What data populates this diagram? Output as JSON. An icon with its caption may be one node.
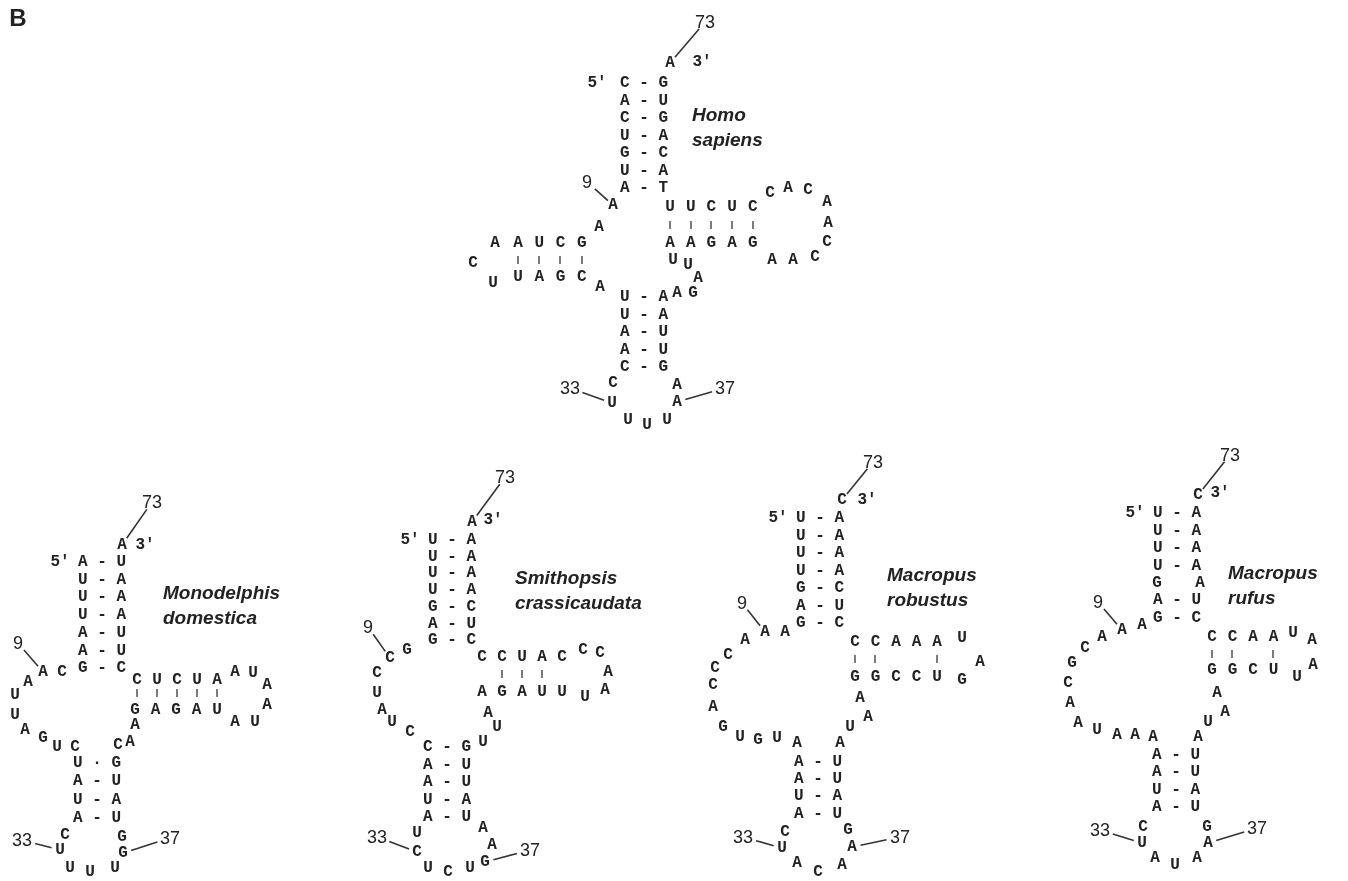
{
  "diagram": {
    "nodes": [
      {
        "text": [
          "73"
        ]
      },
      {
        "text": [
          "9"
        ]
      },
      {
        "text": [
          "33"
        ]
      },
      {
        "text": [
          "37"
        ]
      },
      {
        "text": [
          "73"
        ]
      },
      {
        "text": [
          "9"
        ]
      },
      {
        "text": [
          "33"
        ]
      },
      {
        "text": [
          "37"
        ]
      },
      {
        "text": [
          "73"
        ]
      },
      {
        "text": [
          "9"
        ]
      },
      {
        "text": [
          "33"
        ]
      },
      {
        "text": [
          "37"
        ]
      },
      {
        "text": [
          "73"
        ]
      },
      {
        "text": [
          "9"
        ]
      },
      {
        "text": [
          "33"
        ]
      },
      {
        "text": [
          "37"
        ]
      },
      {
        "text": [
          "73"
        ]
      },
      {
        "text": [
          "9"
        ]
      },
      {
        "text": [
          "33"
        ]
      },
      {
        "text": [
          "37"
        ]
      },
      {
        "text": [
          "A"
        ]
      },
      {
        "text": [
          "A"
        ]
      },
      {
        "text": [
          "U"
        ]
      },
      {
        "text": [
          "A"
        ]
      },
      {
        "text": [
          "A"
        ]
      },
      {
        "text": [
          "A"
        ]
      },
      {
        "text": [
          "U"
        ]
      },
      {
        "text": [
          "G"
        ]
      },
      {
        "text": [
          "A"
        ]
      },
      {
        "text": [
          "C"
        ]
      },
      {
        "text": [
          "C"
        ]
      },
      {
        "text": [
          "G"
        ]
      },
      {
        "text": [
          "C"
        ]
      },
      {
        "text": [
          "A"
        ]
      },
      {
        "text": [
          "U"
        ]
      },
      {
        "text": [
          "A"
        ]
      },
      {
        "text": [
          "C"
        ]
      },
      {
        "text": [
          "A"
        ]
      },
      {
        "text": [
          "U"
        ]
      },
      {
        "text": [
          "A"
        ]
      }
    ],
    "edges": [
      {
        "from": 0,
        "to": 20,
        "arrow": "none"
      },
      {
        "from": 1,
        "to": 21,
        "arrow": "none"
      },
      {
        "from": 2,
        "to": 22,
        "arrow": "none"
      },
      {
        "from": 3,
        "to": 23,
        "arrow": "none"
      },
      {
        "from": 4,
        "to": 24,
        "arrow": "none"
      },
      {
        "from": 5,
        "to": 25,
        "arrow": "none"
      },
      {
        "from": 6,
        "to": 26,
        "arrow": "none"
      },
      {
        "from": 7,
        "to": 27,
        "arrow": "none"
      },
      {
        "from": 8,
        "to": 28,
        "arrow": "none"
      },
      {
        "from": 9,
        "to": 29,
        "arrow": "none"
      },
      {
        "from": 10,
        "to": 30,
        "arrow": "none"
      },
      {
        "from": 11,
        "to": 31,
        "arrow": "none"
      },
      {
        "from": 12,
        "to": 32,
        "arrow": "none"
      },
      {
        "from": 13,
        "to": 33,
        "arrow": "none"
      },
      {
        "from": 14,
        "to": 34,
        "arrow": "none"
      },
      {
        "from": 15,
        "to": 35,
        "arrow": "none"
      },
      {
        "from": 16,
        "to": 36,
        "arrow": "none"
      },
      {
        "from": 17,
        "to": 37,
        "arrow": "none"
      },
      {
        "from": 18,
        "to": 38,
        "arrow": "none"
      },
      {
        "from": 19,
        "to": 39,
        "arrow": "none"
      }
    ],
    "labels": [
      "B",
      "3'",
      "5'",
      "C - G",
      "A - U",
      "C - G",
      "U - A",
      "G - C",
      "U - A",
      "A - T",
      "Homo sapiens",
      "A",
      "A",
      "A",
      "U",
      "C",
      "G",
      "C",
      "U",
      "U",
      "A",
      "G",
      "C",
      "A",
      "U - A",
      "U - A",
      "A - U",
      "A - U",
      "C - G",
      "C",
      "U",
      "U",
      "U",
      "A",
      "A",
      "G",
      "A",
      "U",
      "U",
      "A",
      "A",
      "G",
      "A",
      "G",
      "U",
      "U",
      "C",
      "U",
      "C",
      "C",
      "A",
      "C",
      "A",
      "A",
      "C",
      "A",
      "A",
      "C",
      "3'",
      "5'",
      "A - U",
      "U - A",
      "U - A",
      "U - A",
      "A - U",
      "A - U",
      "G - C",
      "Monodelphis domestica",
      "C",
      "A",
      "U",
      "U",
      "A",
      "G",
      "U",
      "C",
      "U · G",
      "A - U",
      "U - A",
      "A - U",
      "C",
      "U",
      "U",
      "U",
      "G",
      "C",
      "U",
      "C",
      "U",
      "A",
      "A",
      "U",
      "A",
      "A",
      "A",
      "U",
      "G",
      "A",
      "G",
      "A",
      "U",
      "A",
      "C",
      "A",
      "3'",
      "5'",
      "U - A",
      "U - A",
      "U - A",
      "U - A",
      "G - C",
      "A - U",
      "G - C",
      "Smithopsis crassicaudata",
      "G",
      "C",
      "U",
      "A",
      "U",
      "C",
      "C - G",
      "A - U",
      "A - U",
      "U - A",
      "A - U",
      "U",
      "U",
      "C",
      "U",
      "A",
      "A",
      "U",
      "U",
      "A",
      "C",
      "C",
      "U",
      "A",
      "C",
      "C",
      "C",
      "A",
      "A",
      "G",
      "A",
      "U",
      "U",
      "U",
      "A",
      "3'",
      "5'",
      "U - A",
      "U - A",
      "U - A",
      "U - A",
      "G - C",
      "A - U",
      "G - C",
      "Macropus robustus",
      "A",
      "A",
      "C",
      "C",
      "C",
      "A",
      "G",
      "U",
      "G",
      "U",
      "A",
      "A",
      "A - U",
      "A - U",
      "U - A",
      "A - U",
      "C",
      "A",
      "C",
      "A",
      "G",
      "U",
      "A",
      "A",
      "C",
      "C",
      "A",
      "A",
      "A",
      "U",
      "G",
      "G",
      "C",
      "C",
      "U",
      "G",
      "A",
      "3'",
      "5'",
      "U - A",
      "U - A",
      "U - A",
      "U - A",
      "G",
      "A",
      "A - U",
      "G - C",
      "Macropus rufus",
      "A",
      "A",
      "C",
      "G",
      "C",
      "A",
      "A",
      "U",
      "A",
      "A",
      "A",
      "A",
      "A - U",
      "A - U",
      "U - A",
      "A - U",
      "C",
      "A",
      "U",
      "A",
      "G",
      "U",
      "A",
      "A",
      "C",
      "C",
      "A",
      "A",
      "U",
      "A",
      "G",
      "G",
      "C",
      "U",
      "U",
      "A"
    ]
  }
}
